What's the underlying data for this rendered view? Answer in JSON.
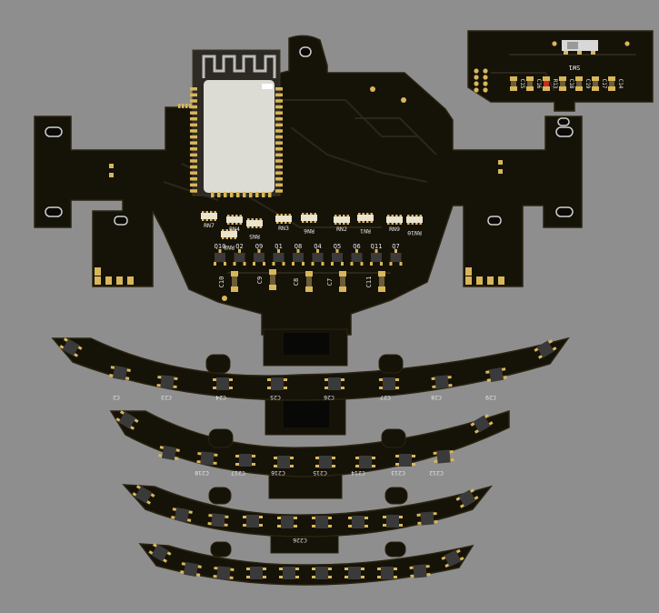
{
  "colors": {
    "background": "#8e8e8e",
    "board": "#151208",
    "board_edge": "#2a2410",
    "trace": "#2b2619",
    "pad": "#d9b65a",
    "silk": "#e8e8e8",
    "chip": "#3a3a3a",
    "module": "#dcdcd4",
    "antenna": "#bcbcbc"
  },
  "icons": {
    "led": "square-smd-led",
    "pad": "gold-pad",
    "switch": "slide-switch"
  },
  "labels": {
    "switch": "SW1",
    "right_board": [
      "C15",
      "C16",
      "R13",
      "C18",
      "C19",
      "C17",
      "C14"
    ],
    "resistor_networks": [
      "RN7",
      "RN8",
      "RN4",
      "RN5",
      "RN3",
      "RN6",
      "RN2",
      "RN1",
      "RN9",
      "RN10"
    ],
    "transistors": [
      "Q10",
      "Q2",
      "Q9",
      "Q1",
      "Q8",
      "Q4",
      "Q5",
      "Q6",
      "Q11",
      "Q7"
    ],
    "capacitors": [
      "C10",
      "C9",
      "C8",
      "C7",
      "C11"
    ],
    "rib1": [
      "C2",
      "C23",
      "C24",
      "C25",
      "C26",
      "C27",
      "C28",
      "C29"
    ],
    "rib2": [
      "C218",
      "C217",
      "C216",
      "C215",
      "C214",
      "C213",
      "C212"
    ],
    "rib4": [
      "C226"
    ]
  }
}
